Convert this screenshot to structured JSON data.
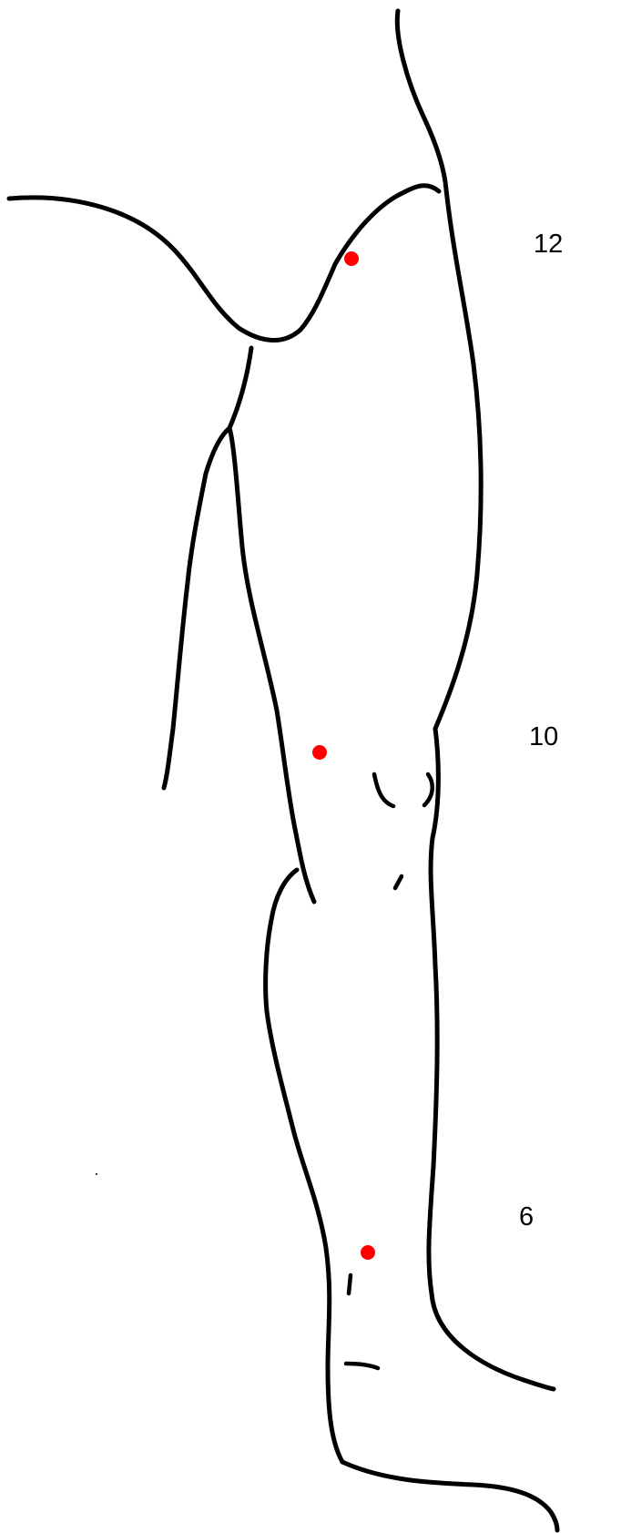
{
  "diagram": {
    "subject": "leg outline",
    "marker_color": "#ff0000",
    "line_color": "#000000",
    "background_color": "#ffffff",
    "levels": [
      {
        "label": "12"
      },
      {
        "label": "10"
      },
      {
        "label": "6"
      }
    ]
  }
}
